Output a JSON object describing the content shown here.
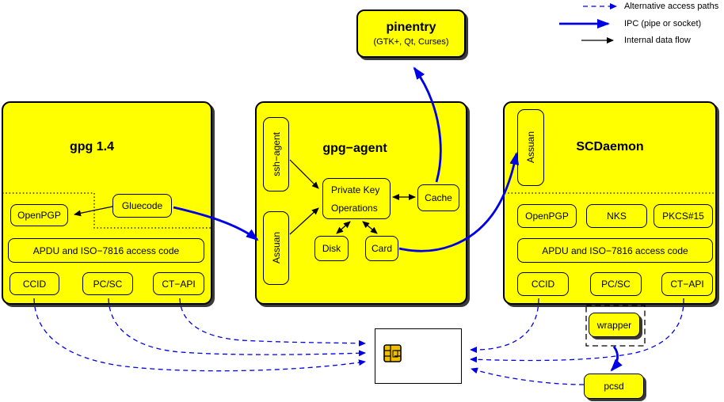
{
  "legend": {
    "alt_access": "Alternative access paths",
    "ipc": "IPC (pipe or socket)",
    "internal": "Internal data flow"
  },
  "pinentry": {
    "title": "pinentry",
    "subtitle": "(GTK+, Qt, Curses)"
  },
  "gpg14": {
    "title": "gpg 1.4",
    "openpgp": "OpenPGP",
    "gluecode": "Gluecode",
    "apdu": "APDU and ISO−7816 access code",
    "ccid": "CCID",
    "pcsc": "PC/SC",
    "ctapi": "CT−API"
  },
  "gpg_agent": {
    "title": "gpg−agent",
    "ssh_agent": "ssh−agent",
    "assuan": "Assuan",
    "pko_line1": "Private Key",
    "pko_line2": "Operations",
    "cache": "Cache",
    "disk": "Disk",
    "card": "Card"
  },
  "scdaemon": {
    "title": "SCDaemon",
    "assuan": "Assuan",
    "openpgp": "OpenPGP",
    "nks": "NKS",
    "pkcs15": "PKCS#15",
    "apdu": "APDU and ISO−7816 access code",
    "ccid": "CCID",
    "pcsc": "PC/SC",
    "ctapi": "CT−API",
    "wrapper": "wrapper"
  },
  "pcsd": {
    "label": "pcsd"
  },
  "colors": {
    "node_fill": "#ffff00",
    "ipc_blue": "#0000e6",
    "line_black": "#000000",
    "chip_gold": "#f0be00"
  }
}
